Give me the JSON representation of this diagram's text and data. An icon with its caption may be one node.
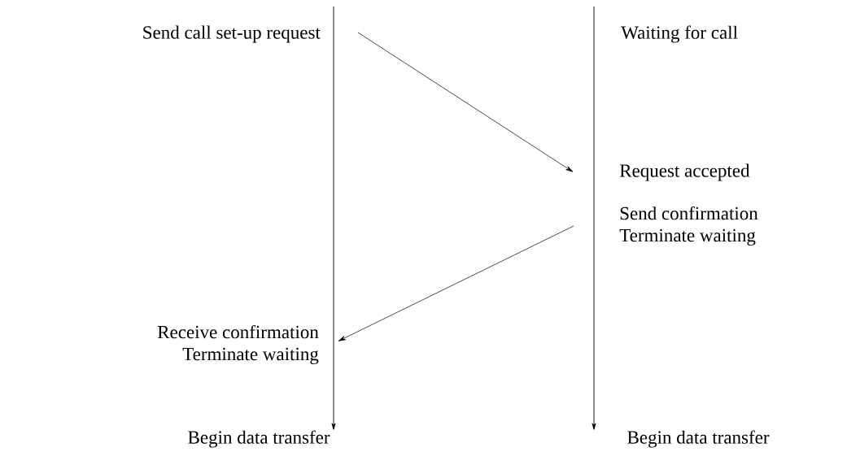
{
  "diagram": {
    "nodes": [
      {
        "text": [
          "Send call set-up request"
        ]
      },
      {
        "text": [
          "Waiting for call"
        ]
      },
      {
        "text": [
          "Request accepted"
        ]
      },
      {
        "text": [
          "Send confirmation",
          "Terminate waiting"
        ]
      },
      {
        "text": [
          "Receive confirmation",
          "Terminate waiting"
        ]
      },
      {
        "text": [
          "Begin data transfer"
        ]
      },
      {
        "text": [
          "Begin data transfer"
        ]
      }
    ],
    "edges": [
      {
        "from": 0,
        "to": 2,
        "arrow": "to"
      },
      {
        "from": 3,
        "to": 4,
        "arrow": "to"
      }
    ]
  }
}
